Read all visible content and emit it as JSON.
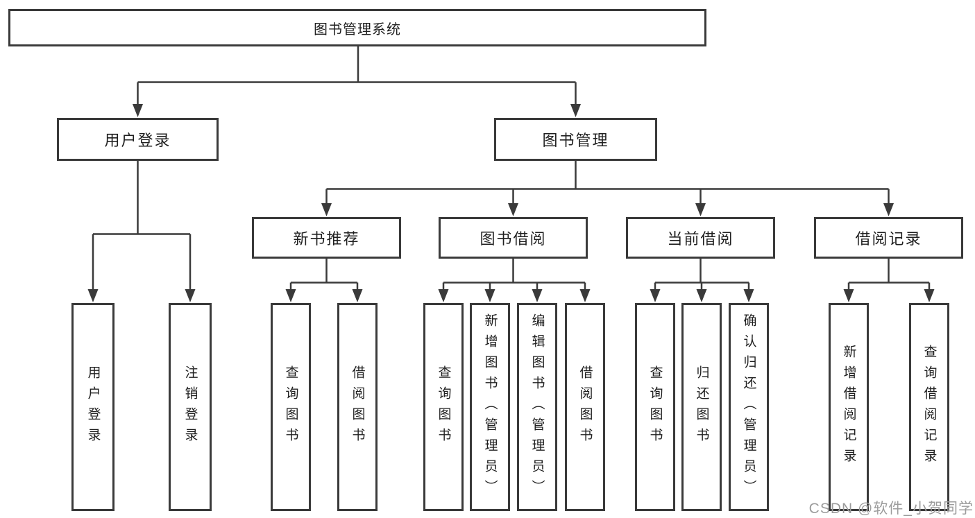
{
  "tree": {
    "root": {
      "label": "图书管理系统"
    },
    "branches": [
      {
        "label": "用户登录",
        "children": [
          {
            "label": "用户登录"
          },
          {
            "label": "注销登录"
          }
        ]
      },
      {
        "label": "图书管理",
        "children": [
          {
            "label": "新书推荐",
            "children": [
              {
                "label": "查询图书"
              },
              {
                "label": "借阅图书"
              }
            ]
          },
          {
            "label": "图书借阅",
            "children": [
              {
                "label": "查询图书"
              },
              {
                "label": "新增图书（管理员）"
              },
              {
                "label": "编辑图书（管理员）"
              },
              {
                "label": "借阅图书"
              }
            ]
          },
          {
            "label": "当前借阅",
            "children": [
              {
                "label": "查询图书"
              },
              {
                "label": "归还图书"
              },
              {
                "label": "确认归还（管理员）"
              }
            ]
          },
          {
            "label": "借阅记录",
            "children": [
              {
                "label": "新增借阅记录"
              },
              {
                "label": "查询借阅记录"
              }
            ]
          }
        ]
      }
    ]
  },
  "watermark": {
    "text": "CSDN @软件_小贺同学"
  },
  "colors": {
    "line": "#3a3a3a",
    "border": "#3a3a3a",
    "text": "#1f1f1f",
    "watermark": "#9c9c9c",
    "background": "#ffffff"
  }
}
